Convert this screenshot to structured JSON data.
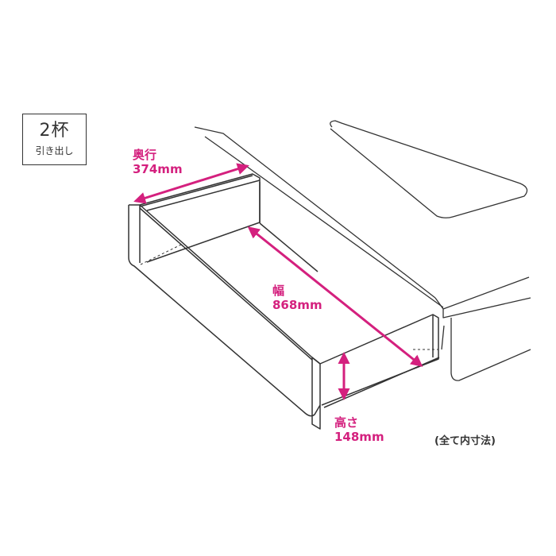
{
  "badge": {
    "count": "2杯",
    "label": "引き出し"
  },
  "dimensions": {
    "depth": {
      "label": "奥行",
      "value": "374mm"
    },
    "width": {
      "label": "幅",
      "value": "868mm"
    },
    "height": {
      "label": "高さ",
      "value": "148mm"
    }
  },
  "note": "(全て内寸法)",
  "colors": {
    "accent": "#d4207e",
    "line": "#333333"
  }
}
